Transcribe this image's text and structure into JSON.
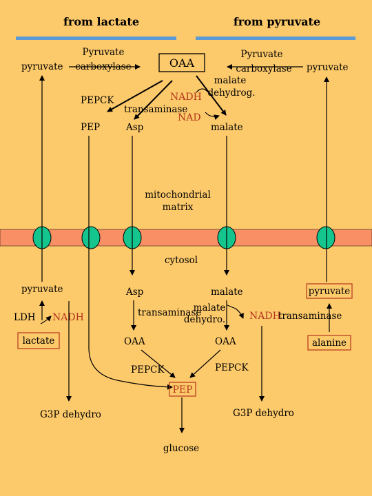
{
  "headers": {
    "left": "from lactate",
    "right": "from pyruvate"
  },
  "mitochondria": {
    "pyruvate_left": "pyruvate",
    "pyruvate_carboxylase_left": "Pyruvate carboxylase",
    "oaa": "OAA",
    "pyruvate_carboxylase_right": "Pyruvate carboxylase",
    "pyruvate_right": "pyruvate",
    "malate_dehydrog": "malate dehydrog.",
    "nadh": "NADH",
    "nad": "NAD",
    "pepck": "PEPCK",
    "transaminase": "transaminase",
    "pep": "PEP",
    "asp": "Asp",
    "malate": "malate",
    "matrix_label": "mitochondrial matrix"
  },
  "cytosol": {
    "label": "cytosol",
    "pyruvate_left": "pyruvate",
    "ldh": "LDH",
    "nadh_left": "NADH",
    "lactate": "lactate",
    "g3p_left": "G3P dehydro",
    "asp": "Asp",
    "transaminase_mid": "transaminase",
    "oaa_left": "OAA",
    "pepck_left": "PEPCK",
    "malate": "malate",
    "malate_dehydro": "malate dehydro.",
    "nadh_right": "NADH",
    "transaminase_right": "transaminase",
    "oaa_right": "OAA",
    "pepck_right": "PEPCK",
    "g3p_right": "G3P dehydro",
    "pyruvate_right": "pyruvate",
    "alanine": "alanine",
    "pep": "PEP",
    "glucose": "glucose"
  },
  "colors": {
    "background": "#fcc96b",
    "membrane": "#f98f64",
    "transporter": "#14c58e",
    "header_rule": "#5b9bd5",
    "cofactor_text": "#b5361c"
  }
}
